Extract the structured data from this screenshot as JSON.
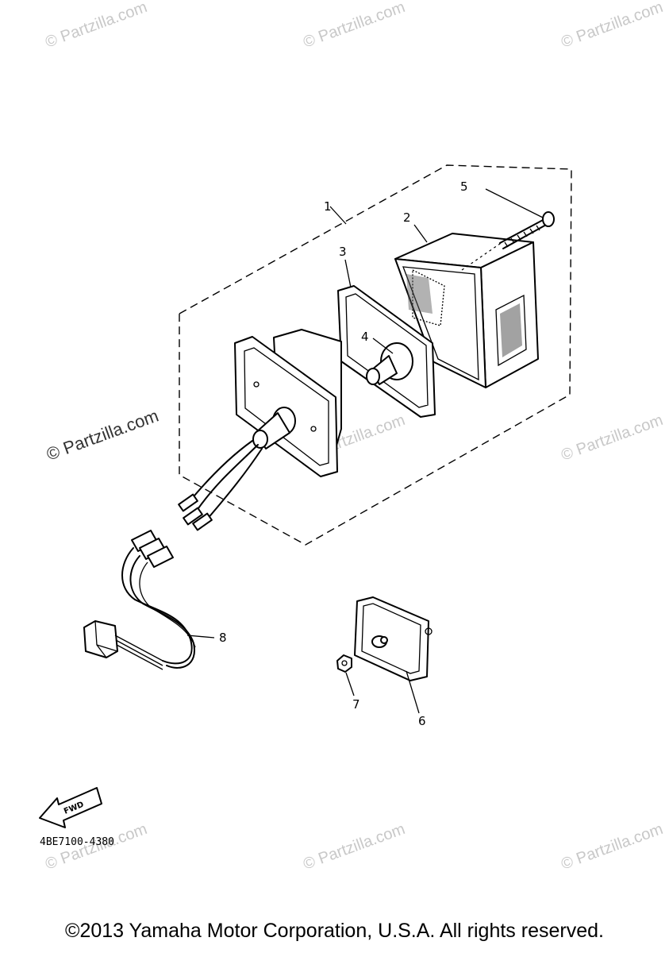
{
  "watermarks": [
    "© Partzilla.com"
  ],
  "callouts": {
    "c1": "1",
    "c2": "2",
    "c3": "3",
    "c4": "4",
    "c5": "5",
    "c6": "6",
    "c7": "7",
    "c8": "8"
  },
  "fwd_label": "FWD",
  "part_number": "4BE7100-4380",
  "copyright": "©2013 Yamaha Motor Corporation, U.S.A. All rights reserved."
}
